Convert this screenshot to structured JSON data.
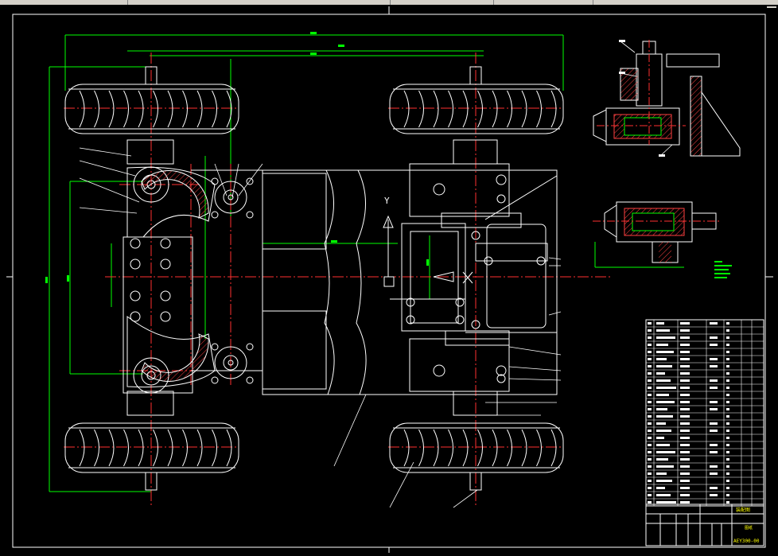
{
  "drawing": {
    "axis_label": "Y",
    "title_block_code": "AEY300-00",
    "title_block_name": "装配图",
    "title_block_sub": "图纸"
  },
  "colors": {
    "background": "#000000",
    "line": "#ffffff",
    "center_line": "#ff3030",
    "dimension": "#00ff00",
    "highlight": "#ffff00",
    "hatch": "#ff4040",
    "blue_dash": "#3060ff",
    "toolbar": "#d4d0c8"
  },
  "icons": [
    "close-icon"
  ]
}
